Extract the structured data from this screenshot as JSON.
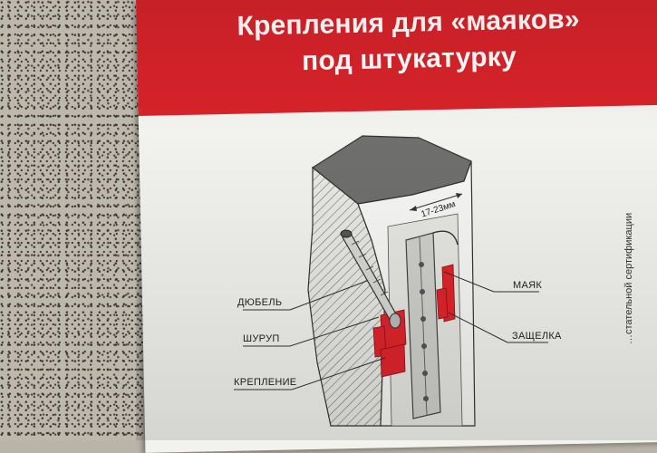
{
  "banner": {
    "title_line1": "Крепления для «маяков»",
    "title_line2": "под штукатурку",
    "color": "#d8232a"
  },
  "diagram": {
    "dimension": "17-23мм",
    "labels": {
      "dowel": "ДЮБЕЛЬ",
      "screw": "ШУРУП",
      "fastener": "КРЕПЛЕНИЕ",
      "beacon": "МАЯК",
      "latch": "ЗАЩЕЛКА"
    },
    "accent_color": "#e0242c"
  },
  "side_note": "…стательной сертификации"
}
